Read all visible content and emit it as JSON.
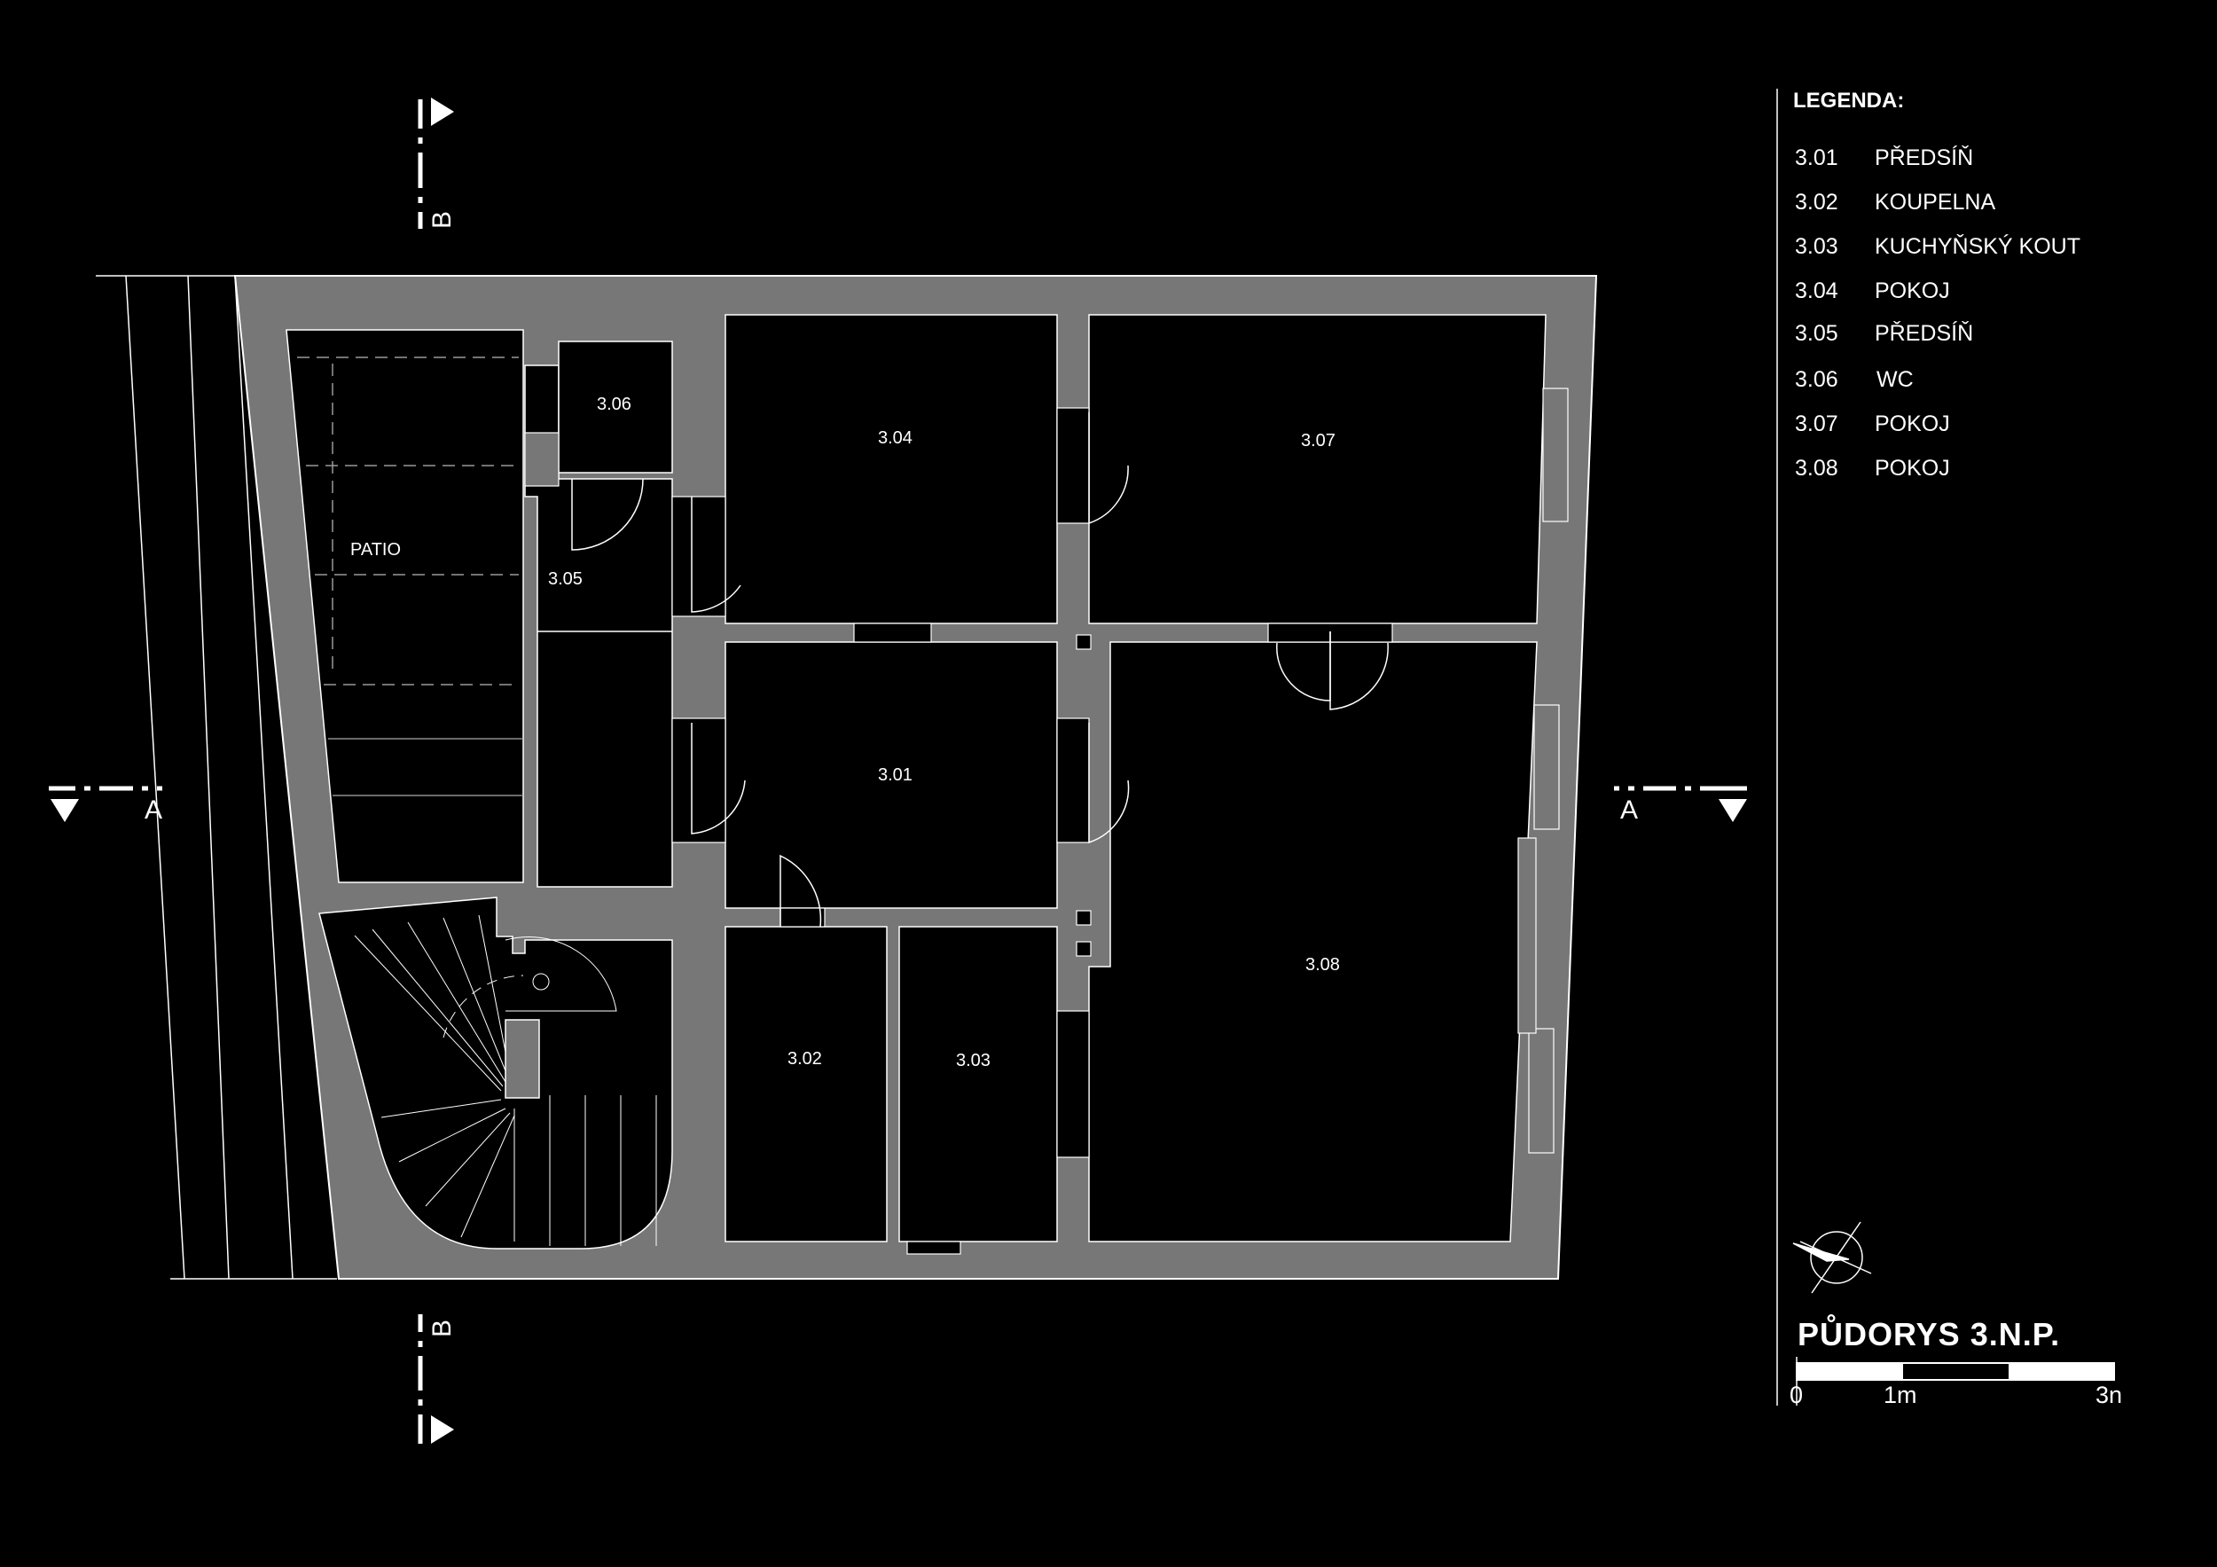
{
  "legend": {
    "title": "LEGENDA:",
    "items": [
      {
        "number": "3.01",
        "name": "PŘEDSÍŇ"
      },
      {
        "number": "3.02",
        "name": "KOUPELNA"
      },
      {
        "number": "3.03",
        "name": "KUCHYŇSKÝ KOUT"
      },
      {
        "number": "3.04",
        "name": "POKOJ"
      },
      {
        "number": "3.05",
        "name": "PŘEDSÍŇ"
      },
      {
        "number": "3.06",
        "name": "WC"
      },
      {
        "number": "3.07",
        "name": "POKOJ"
      },
      {
        "number": "3.08",
        "name": "POKOJ"
      }
    ]
  },
  "rooms": {
    "r301": "3.01",
    "r302": "3.02",
    "r303": "3.03",
    "r304": "3.04",
    "r305": "3.05",
    "r306": "3.06",
    "r307": "3.07",
    "r308": "3.08",
    "patio": "PATIO"
  },
  "section_markers": {
    "a_left": "A",
    "a_right": "A",
    "b_top": "B",
    "b_bottom": "B"
  },
  "drawing_title": "PŮDORYS 3.N.P.",
  "scale_bar": {
    "label_0": "0",
    "label_1": "1m",
    "label_3": "3n"
  },
  "icons": {
    "north_arrow": "north-arrow-icon"
  }
}
